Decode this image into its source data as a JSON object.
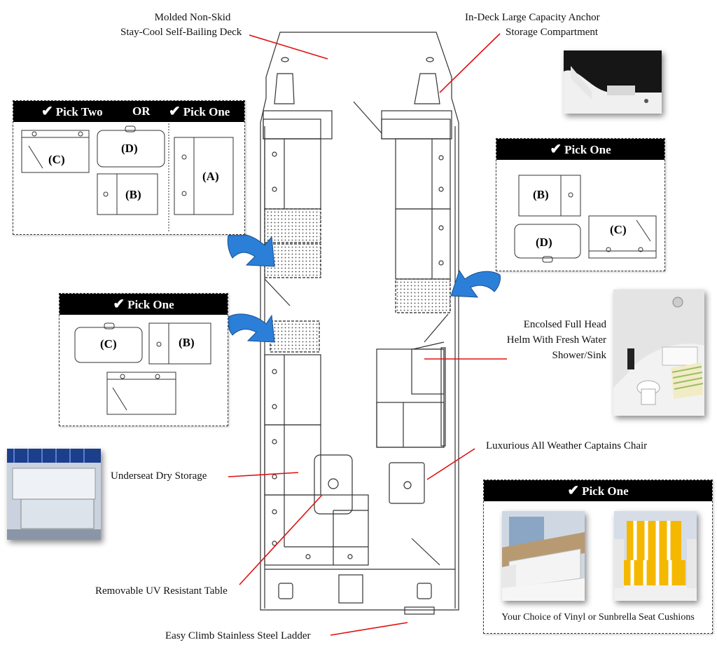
{
  "callouts": {
    "deck_line1": "Molded Non-Skid",
    "deck_line2": "Stay-Cool Self-Bailing Deck",
    "anchor_line1": "In-Deck Large Capacity Anchor",
    "anchor_line2": "Storage Compartment",
    "head_line1": "Encolsed Full Head",
    "head_line2": "Helm With Fresh Water",
    "head_line3": "Shower/Sink",
    "captain": "Luxurious All Weather Captains Chair",
    "underseat": "Underseat Dry Storage",
    "table": "Removable UV Resistant Table",
    "ladder": "Easy Climb Stainless Steel Ladder"
  },
  "panel_top_left": {
    "pick_two": "Pick Two",
    "or": "OR",
    "pick_one": "Pick One",
    "options": [
      "(C)",
      "(D)",
      "(B)",
      "(A)"
    ]
  },
  "panel_right": {
    "pick_one": "Pick One",
    "options": [
      "(B)",
      "(D)",
      "(C)"
    ]
  },
  "panel_mid_left": {
    "pick_one": "Pick One",
    "options": [
      "(C)",
      "(B)"
    ]
  },
  "panel_bottom_right": {
    "pick_one": "Pick One",
    "caption": "Your Choice of Vinyl or Sunbrella Seat Cushions"
  },
  "icons": {
    "check": "✔",
    "arrow": "blue-curved-arrow-icon"
  },
  "colors": {
    "callout_line": "#e01010",
    "arrow_blue": "#2b7fd8",
    "header_bg": "#000000"
  }
}
